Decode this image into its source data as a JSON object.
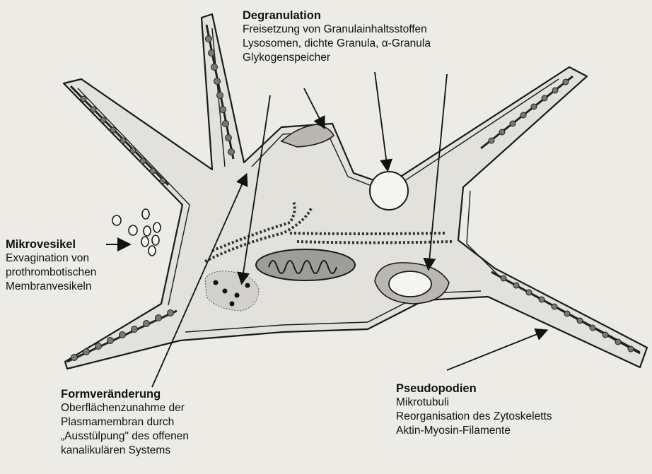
{
  "labels": {
    "degranulation": {
      "title": "Degranulation",
      "lines": [
        "Freisetzung von Granulainhaltsstoffen",
        "Lysosomen, dichte Granula, α-Granula",
        "Glykogenspeicher"
      ]
    },
    "mikrovesikel": {
      "title": "Mikrovesikel",
      "arrow": "→",
      "lines": [
        "Exvagination von",
        "prothrombotischen",
        "Membranvesikeln"
      ]
    },
    "formveraenderung": {
      "title": "Formveränderung",
      "lines": [
        "Oberflächenzunahme der",
        "Plasmamembran durch",
        "„Ausstülpung\" des offenen",
        "kanalikulären Systems"
      ]
    },
    "pseudopodien": {
      "title": "Pseudopodien",
      "lines": [
        "Mikrotubuli",
        "Reorganisation des Zytoskeletts",
        "Aktin-Myosin-Filamente"
      ]
    }
  },
  "colors": {
    "background": "#ecebe6",
    "cell_fill": "#e2e1dc",
    "outline": "#1a1a1a",
    "granule_fill": "#b9b7b0",
    "mitochondrion_fill": "#9f9d97"
  }
}
